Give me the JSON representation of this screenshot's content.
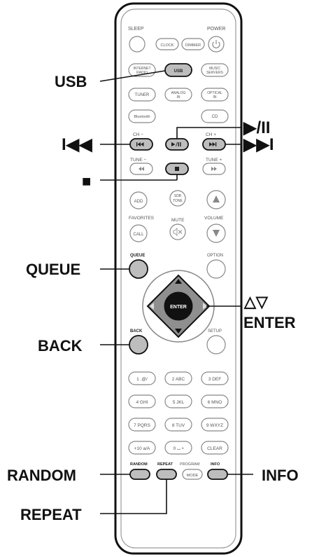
{
  "callouts": {
    "usb": "USB",
    "prev": "I◀◀",
    "play_pause": "▶/II",
    "next": "▶▶I",
    "stop": "■",
    "queue": "QUEUE",
    "cursor": "△▽",
    "enter": "ENTER",
    "back": "BACK",
    "random": "RANDOM",
    "repeat": "REPEAT",
    "info": "INFO"
  },
  "remote": {
    "sleep": "SLEEP",
    "power": "POWER",
    "clock": "CLOCK",
    "dimmer": "DIMMER",
    "internet_radio_1": "INTERNET",
    "internet_radio_2": "RADIO",
    "usb": "USB",
    "music_server_1": "MUSIC",
    "music_server_2": "SERVERS",
    "tuner": "TUNER",
    "analog_in_1": "ANALOG",
    "analog_in_2": "IN",
    "optical_in_1": "OPTICAL",
    "optical_in_2": "IN",
    "bluetooth": "Bluetooth",
    "cd": "CD",
    "ch_minus": "CH −",
    "ch_plus": "CH +",
    "tune_minus": "TUNE −",
    "tune_plus": "TUNE +",
    "add": "ADD",
    "sdb_tone_1": "SDB",
    "sdb_tone_2": "TONE",
    "favorites": "FAVORITES",
    "mute": "MUTE",
    "volume": "VOLUME",
    "call": "CALL",
    "queue": "QUEUE",
    "option": "OPTION",
    "enter": "ENTER",
    "back": "BACK",
    "setup": "SETUP",
    "key_1": "1 .@/",
    "key_2": "2 ABC",
    "key_3": "3 DEF",
    "key_4": "4 GHI",
    "key_5": "5 JKL",
    "key_6": "6 MNO",
    "key_7": "7 PQRS",
    "key_8": "8 TUV",
    "key_9": "9 WXYZ",
    "key_plus10": "+10 a/A",
    "key_0": "0 ⌴ •",
    "clear": "CLEAR",
    "random": "RANDOM",
    "repeat": "REPEAT",
    "program": "PROGRAM",
    "mode": "MODE",
    "info": "INFO"
  },
  "colors": {
    "highlight": "#bdbdbd",
    "dpad": "#8f8f8f",
    "body_outline": "#111111"
  }
}
